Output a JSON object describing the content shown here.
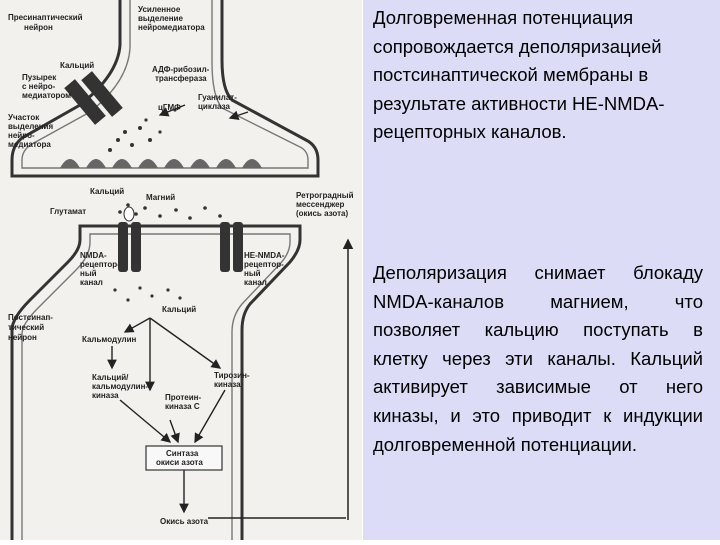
{
  "figure": {
    "labels": {
      "presynaptic": [
        "Пресинаптический",
        "нейрон"
      ],
      "enhanced_release": [
        "Усиленное",
        "выделение",
        "нейромедиатора"
      ],
      "calcium_top": "Кальций",
      "vesicles": [
        "Пузырек",
        "с нейро-",
        "медиатором"
      ],
      "adp_ribosyl": [
        "АДФ-рибозил-",
        "трансфераза"
      ],
      "cgmp": "цГМФ",
      "guanylate": [
        "Гуанилат-",
        "циклаза"
      ],
      "release_site": [
        "Участок",
        "выделения",
        "нейро-",
        "медиатора"
      ],
      "calcium_mid": "Кальций",
      "magnesium": "Магний",
      "glutamate": "Глутамат",
      "retrograde": [
        "Ретроградный",
        "мессенджер",
        "(окись азота)"
      ],
      "nmda_receptor": [
        "NMDA-",
        "рецептор-",
        "ный",
        "канал"
      ],
      "non_nmda_receptor": [
        "НЕ-NMDA-",
        "рецептор-",
        "ный",
        "канал"
      ],
      "postsynaptic": [
        "Постсинап-",
        "тический",
        "нейрон"
      ],
      "calcium_bottom": "Кальций",
      "calmodulin": "Кальмодулин",
      "ca_calmodulin_kinase": [
        "Кальций/",
        "кальмодулин-",
        "киназа"
      ],
      "tyrosine_kinase": [
        "Тирозин-",
        "киназа"
      ],
      "protein_kinase_c": [
        "Протеин-",
        "киназа С"
      ],
      "no_synthase": [
        "Синтаза",
        "окиси азота"
      ],
      "nitric_oxide": "Окись азота"
    }
  },
  "text": {
    "paragraph1": "Долговременная потенциация сопровождается деполяризацией постсинаптической мембраны в результате активности НЕ-NMDA-рецепторных каналов.",
    "paragraph2": "Деполяризация снимает блокаду NMDA-каналов магнием, что позволяет кальцию поступать в клетку через эти каналы. Кальций активирует зависимые от него киназы, и это приводит к индукции долговременной потенциации."
  }
}
